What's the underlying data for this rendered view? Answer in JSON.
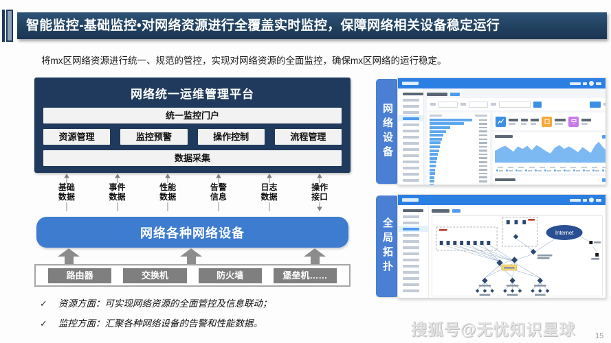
{
  "slide": {
    "title": "智能监控-基础监控•对网络资源进行全覆盖实时监控，保障网络相关设备稳定运行",
    "subtitle": "将mx区网络资源进行统一、规范的管控，实现对网络资源的全面监控，确保mx区网络的运行稳定。",
    "watermark": "搜狐号@无忧知识星球",
    "page_number": "15"
  },
  "diagram": {
    "platform_title": "网络统一运维管理平台",
    "portal_label": "统一监控门户",
    "modules": [
      "资源管理",
      "监控预警",
      "操作控制",
      "流程管理"
    ],
    "collect_label": "数据采集",
    "flows": [
      {
        "label": "基础数据",
        "direction": "up"
      },
      {
        "label": "事件数据",
        "direction": "up"
      },
      {
        "label": "性能数据",
        "direction": "up"
      },
      {
        "label": "告警信息",
        "direction": "up"
      },
      {
        "label": "日志数据",
        "direction": "up"
      },
      {
        "label": "操作接口",
        "direction": "up-down"
      }
    ],
    "devices_box_label": "网络各种网络设备",
    "device_types": [
      "路由器",
      "交换机",
      "防火墙",
      "堡垒机……"
    ],
    "bullet_marker": "✓",
    "bullets": [
      "资源方面：可实现网络资源的全面管控及信息联动；",
      "监控方面：汇聚各种网络设备的告警和性能数据。"
    ]
  },
  "panels": [
    {
      "label": "网络设备",
      "type": "monitoring-dashboard-screenshot"
    },
    {
      "label": "全局拓扑",
      "type": "network-topology-screenshot",
      "cloud_label": "Internet"
    }
  ],
  "colors": {
    "title_bar": "#1F3A5C",
    "platform_box": "#1F3A5C",
    "devices_box": "#3E7CD0",
    "device_type_box": "#7F7F7F",
    "panel_label": "#4A7FD4",
    "screenshot_header": "#2B7FE3",
    "chart_fill": "#7CB9F2",
    "stat_icon_blue": "#3D8FE4",
    "stat_icon_orange": "#F5A83B",
    "stat_icon_purple": "#C77BE8"
  }
}
